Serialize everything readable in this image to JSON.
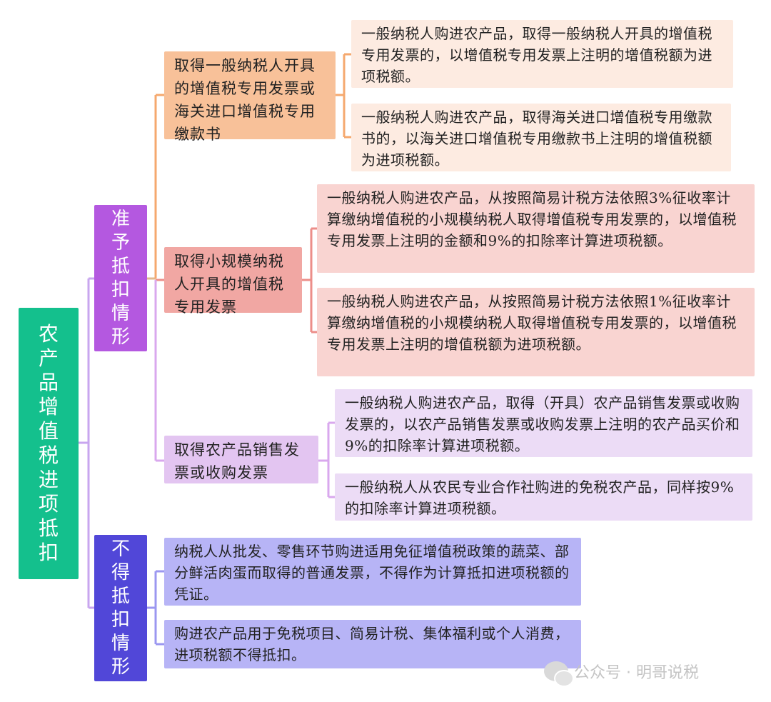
{
  "root": {
    "label": "农产品增值税进项抵扣"
  },
  "categories": [
    {
      "label": "准予抵扣情形"
    },
    {
      "label": "不得抵扣情形"
    }
  ],
  "allowed": [
    {
      "label": "取得一般纳税人开具的增值税专用发票或海关进口增值税专用缴款书",
      "items": [
        "一般纳税人购进农产品，取得一般纳税人开具的增值税专用发票的，以增值税专用发票上注明的增值税额为进项税额。",
        "一般纳税人购进农产品，取得海关进口增值税专用缴款书的，以海关进口增值税专用缴款书上注明的增值税额为进项税额。"
      ]
    },
    {
      "label": "取得小规模纳税人开具的增值税专用发票",
      "items": [
        "一般纳税人购进农产品，从按照简易计税方法依照3%征收率计算缴纳增值税的小规模纳税人取得增值税专用发票的，以增值税专用发票上注明的金额和9%的扣除率计算进项税额。",
        "一般纳税人购进农产品，从按照简易计税方法依照1%征收率计算缴纳增值税的小规模纳税人取得增值税专用发票的，以增值税专用发票上注明的增值税额为进项税额。"
      ]
    },
    {
      "label": "取得农产品销售发票或收购发票",
      "items": [
        "一般纳税人购进农产品，取得（开具）农产品销售发票或收购发票的，以农产品销售发票或收购发票上注明的农产品买价和9%的扣除率计算进项税额。",
        "一般纳税人从农民专业合作社购进的免税农产品，同样按9%的扣除率计算进项税额。"
      ]
    }
  ],
  "disallowed": {
    "items": [
      "纳税人从批发、零售环节购进适用免征增值税政策的蔬菜、部分鲜活肉蛋而取得的普通发票，不得作为计算抵扣进项税额的凭证。",
      "购进农产品用于免税项目、简易计税、集体福利或个人消费，进项税额不得抵扣。"
    ]
  },
  "watermark": {
    "text": "公众号 · 明哥说税"
  },
  "colors": {
    "root": "#14c08d",
    "allowed": "#b458e0",
    "disallowed": "#5147d8",
    "branch_orange": "#f5a86e",
    "branch_red": "#ec8e89",
    "branch_purple": "#d9a8ee",
    "branch_blue": "#9b97f0"
  }
}
